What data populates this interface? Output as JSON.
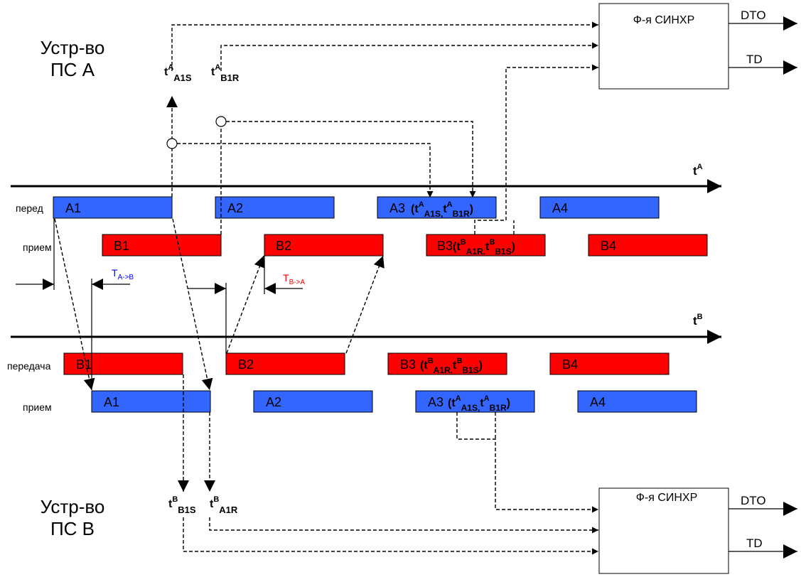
{
  "colors": {
    "blue": "#3366ff",
    "red": "#ff0000",
    "black": "#000000",
    "white": "#ffffff"
  },
  "device_a": {
    "line1": "Устр-во",
    "line2": "ПС А"
  },
  "device_b": {
    "line1": "Устр-во",
    "line2": "ПС В"
  },
  "sync_a": {
    "title": "Ф-я СИНХР",
    "out1": "DTO",
    "out2": "TD"
  },
  "sync_b": {
    "title": "Ф-я СИНХР",
    "out1": "DTO",
    "out2": "TD"
  },
  "axis_a": {
    "t": "t",
    "sup": "A"
  },
  "axis_b": {
    "t": "t",
    "sup": "B"
  },
  "rows": {
    "a_send": "перед",
    "a_recv": "прием",
    "b_send": "передача",
    "b_recv": "прием"
  },
  "bars": {
    "a_send": [
      "A1",
      "A2",
      "A3",
      "A4"
    ],
    "a_recv": [
      "B1",
      "B2",
      "B3",
      "B4"
    ],
    "b_send": [
      "B1",
      "B2",
      "B3",
      "B4"
    ],
    "b_recv": [
      "A1",
      "A2",
      "A3",
      "A4"
    ]
  },
  "stamps": {
    "a_a1s": {
      "t": "t",
      "sup": "A",
      "sub": "A1S"
    },
    "a_b1r": {
      "t": "t",
      "sup": "A",
      "sub": "B1R"
    },
    "b_b1s": {
      "t": "t",
      "sup": "B",
      "sub": "B1S"
    },
    "b_a1r": {
      "t": "t",
      "sup": "B",
      "sub": "A1R"
    }
  },
  "delays": {
    "ab": {
      "T": "T",
      "sub": "A->B",
      "color": "#0000ff"
    },
    "ba": {
      "T": "T",
      "sub": "B->A",
      "color": "#ff0000"
    }
  },
  "bar_payloads": {
    "a_send_a3": {
      "open": "(",
      "t1": "t",
      "sup1": "A",
      "sub1": "A1S,",
      "t2": "t",
      "sup2": "A",
      "sub2": "B1R",
      "close": ")"
    },
    "a_recv_b3": {
      "open": "(",
      "t1": "t",
      "sup1": "B",
      "sub1": "A1R,",
      "t2": "t",
      "sup2": "B",
      "sub2": "B1S",
      "close": ")"
    },
    "b_send_b3": {
      "open": "(",
      "t1": "t",
      "sup1": "B",
      "sub1": "A1R,",
      "t2": "t",
      "sup2": "B",
      "sub2": "B1S",
      "close": ")"
    },
    "b_recv_a3": {
      "open": "(",
      "t1": "t",
      "sup1": "A",
      "sub1": "A1S,",
      "t2": "t",
      "sup2": "A",
      "sub2": "B1R",
      "close": ")"
    }
  }
}
